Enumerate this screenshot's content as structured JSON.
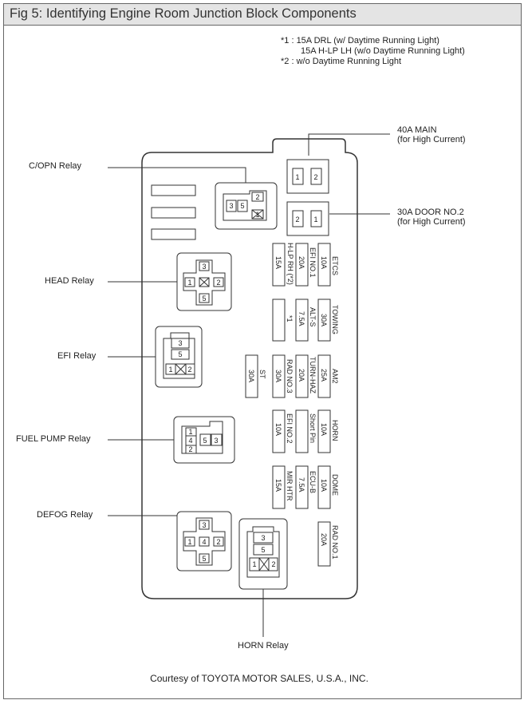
{
  "title": "Fig 5: Identifying Engine Room Junction Block Components",
  "notes": {
    "n1a": "*1 : 15A DRL (w/ Daytime Running Light)",
    "n1b": "15A H-LP LH (w/o Daytime Running Light)",
    "n2": "*2 : w/o Daytime Running Light"
  },
  "callouts": {
    "main_a": "40A MAIN",
    "main_b": "(for High Current)",
    "door_a": "30A DOOR NO.2",
    "door_b": "(for High Current)"
  },
  "relays": {
    "copn": "C/OPN Relay",
    "head": "HEAD Relay",
    "efi": "EFI Relay",
    "fuel": "FUEL PUMP Relay",
    "defog": "DEFOG Relay",
    "horn": "HORN Relay"
  },
  "terminals": {
    "t1": "1",
    "t2": "2",
    "t3": "3",
    "t4": "4",
    "t5": "5"
  },
  "fuses": {
    "hlp_rh": "H-LP RH (*2)",
    "hlp_rh_amp": "15A",
    "efi_no1": "EFI NO.1",
    "efi_no1_amp": "20A",
    "etcs": "ETCS",
    "etcs_amp": "10A",
    "star1": "*1",
    "alts": "ALT-S",
    "alts_amp": "7.5A",
    "towing": "TOWING",
    "towing_amp": "30A",
    "st": "ST",
    "st_amp": "30A",
    "rad3": "RAD NO.3",
    "rad3_amp": "30A",
    "turn": "TURN-HAZ",
    "turn_amp": "20A",
    "am2": "AM2",
    "am2_amp": "25A",
    "efi2": "EFI NO.2",
    "efi2_amp": "10A",
    "short": "Short Pin",
    "horn": "HORN",
    "horn_amp": "10A",
    "mir": "MIR HTR",
    "mir_amp": "15A",
    "ecub": "ECU-B",
    "ecub_amp": "7.5A",
    "dome": "DOME",
    "dome_amp": "10A",
    "rad1": "RAD NO.1",
    "rad1_amp": "20A"
  },
  "courtesy": "Courtesy of TOYOTA MOTOR SALES, U.S.A., INC."
}
